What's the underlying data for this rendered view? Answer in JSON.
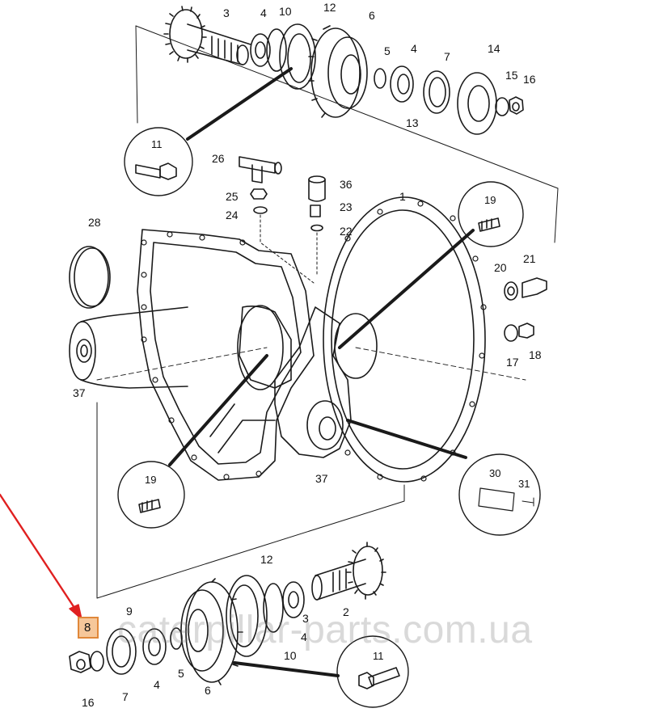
{
  "diagram": {
    "part_labels": {
      "top_3": "3",
      "top_4a": "4",
      "top_10": "10",
      "top_12": "12",
      "top_6": "6",
      "top_5": "5",
      "top_4b": "4",
      "top_7": "7",
      "top_14": "14",
      "top_15": "15",
      "top_16": "16",
      "top_13": "13",
      "c_11a": "11",
      "l_26": "26",
      "l_25": "25",
      "l_24": "24",
      "l_36": "36",
      "l_23": "23",
      "l_22": "22",
      "l_1": "1",
      "c_19a": "19",
      "l_28": "28",
      "l_20": "20",
      "l_21": "21",
      "l_17": "17",
      "l_18": "18",
      "l_37a": "37",
      "l_37b": "37",
      "c_19b": "19",
      "c_30": "30",
      "c_31": "31",
      "b_12": "12",
      "b_9": "9",
      "b_2": "2",
      "b_10": "10",
      "b_5": "5",
      "b_4b": "4",
      "b_3": "3",
      "b_8": "8",
      "b_16": "16",
      "b_7": "7",
      "b_4": "4",
      "b_6": "6",
      "c_11b": "11"
    },
    "highlighted_part": "8",
    "watermark": "caterpillar-parts.com.ua"
  },
  "colors": {
    "line": "#1a1a1a",
    "arrow": "#e02020",
    "highlight_fill": "#f6c79a",
    "highlight_border": "#e0883a"
  }
}
